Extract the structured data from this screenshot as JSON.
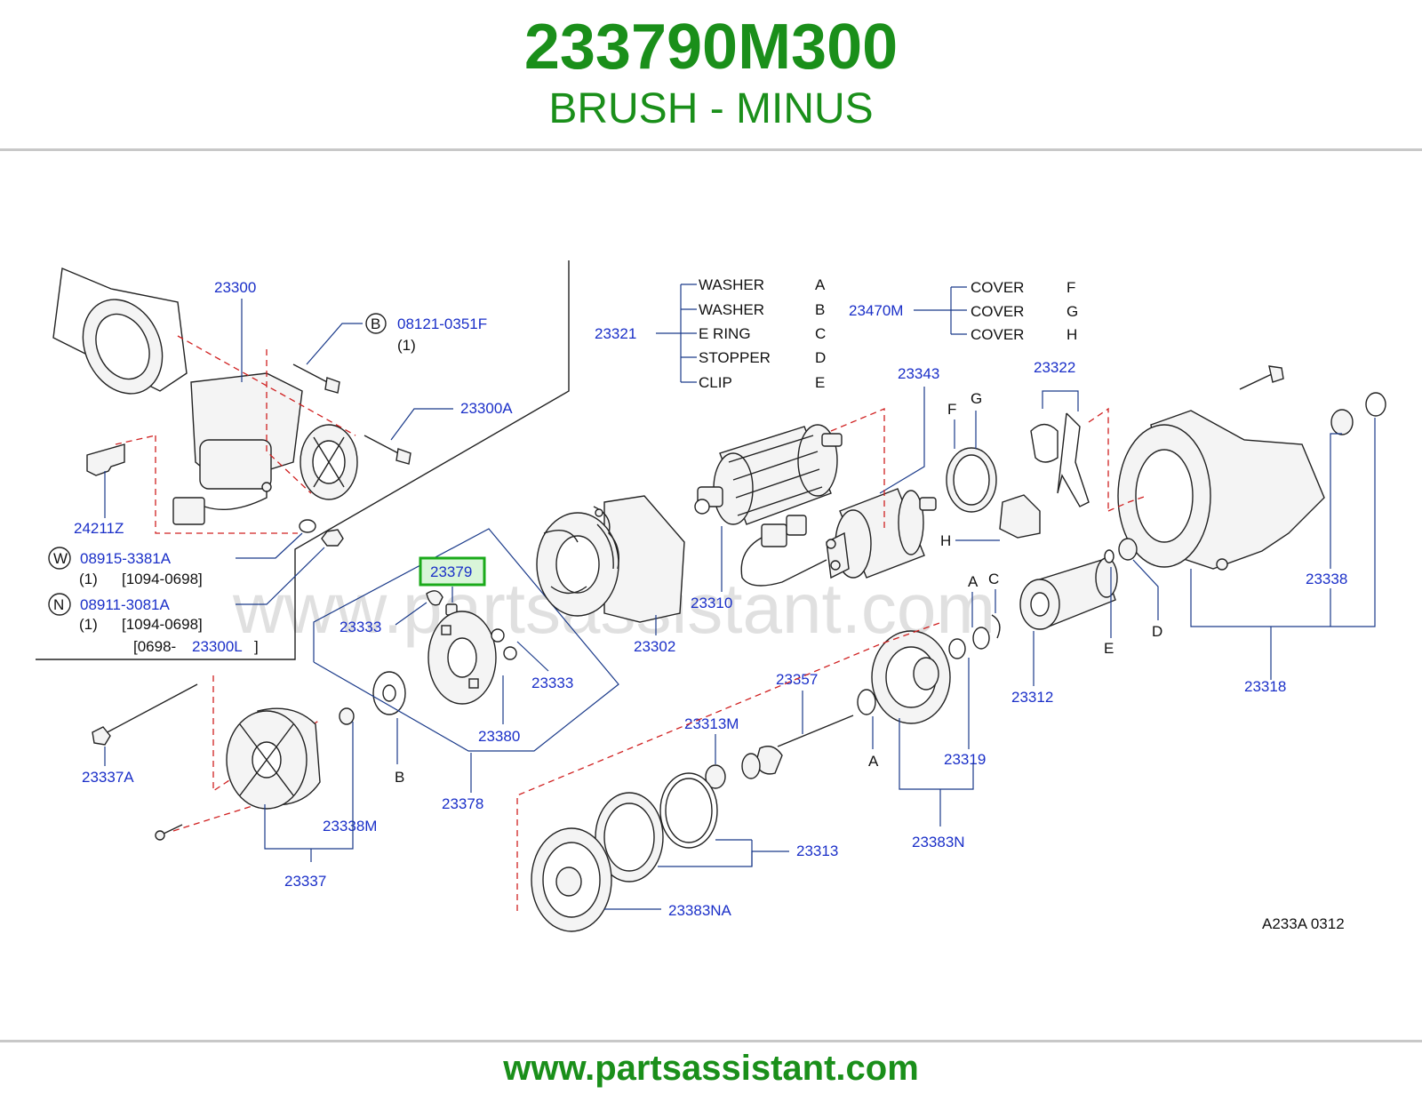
{
  "header": {
    "part_number": "233790M300",
    "part_name": "BRUSH - MINUS"
  },
  "footer": {
    "url": "www.partsassistant.com"
  },
  "diagram": {
    "watermark": "www.partsassistant.com",
    "code": "A233A   0312",
    "highlighted_part": "23379",
    "labels": {
      "l23300": "23300",
      "l23300A": "23300A",
      "l08121": "08121-0351F",
      "l08121_qty": "(1)",
      "cB": "B",
      "l24211Z": "24211Z",
      "cW": "W",
      "l08915": "08915-3381A",
      "l08915_qty": "(1)",
      "l08915_range": "[1094-0698]",
      "cN": "N",
      "l08911": "08911-3081A",
      "l08911_qty": "(1)",
      "l08911_range": "[1094-0698]",
      "l0698_prefix": "[0698-",
      "l23300L": "23300L",
      "l0698_suffix": "]",
      "l23337A": "23337A",
      "l23338M": "23338M",
      "l23337": "23337",
      "lB_washer": "B",
      "l23333a": "23333",
      "l23333b": "23333",
      "l23380": "23380",
      "l23378": "23378",
      "l23302": "23302",
      "l23310": "23310",
      "l23321": "23321",
      "l23343": "23343",
      "lF": "F",
      "lG": "G",
      "lH": "H",
      "l23322": "23322",
      "l23470M": "23470M",
      "l23357": "23357",
      "l23313M": "23313M",
      "l23313": "23313",
      "l23383NA": "23383NA",
      "lA_ring": "A",
      "l23319": "23319",
      "l23383N": "23383N",
      "lA2": "A",
      "lC2": "C",
      "l23312": "23312",
      "lE2": "E",
      "lD2": "D",
      "l23318": "23318",
      "l23338": "23338"
    },
    "legend_23321": [
      {
        "name": "WASHER",
        "code": "A"
      },
      {
        "name": "WASHER",
        "code": "B"
      },
      {
        "name": "E  RING",
        "code": "C"
      },
      {
        "name": "STOPPER",
        "code": "D"
      },
      {
        "name": "CLIP",
        "code": "E"
      }
    ],
    "legend_23470M": [
      {
        "name": "COVER",
        "code": "F"
      },
      {
        "name": "COVER",
        "code": "G"
      },
      {
        "name": "COVER",
        "code": "H"
      }
    ]
  }
}
